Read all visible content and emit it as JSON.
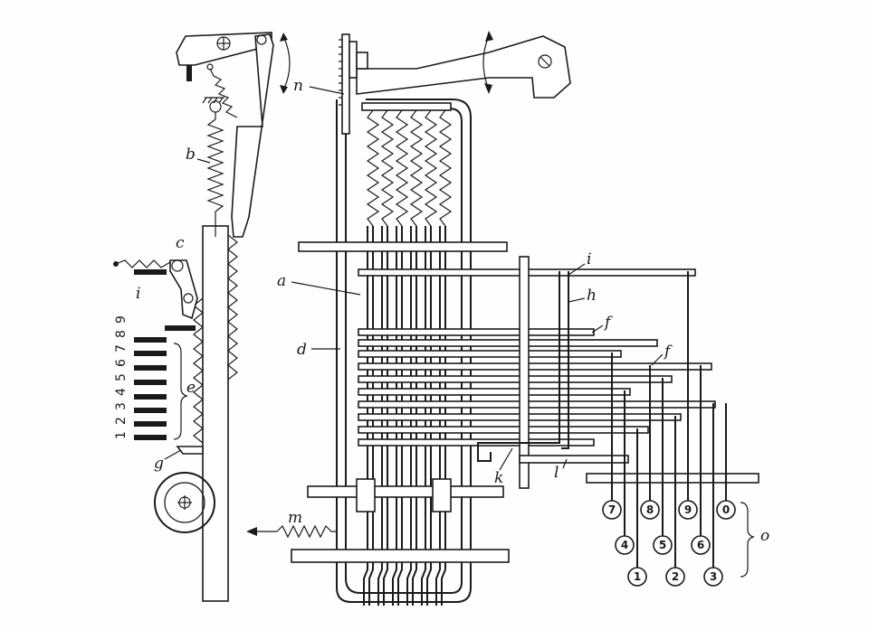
{
  "labels": {
    "n": "n",
    "b": "b",
    "c": "c",
    "i_left": "i",
    "a": "a",
    "d": "d",
    "e": "e",
    "g": "g",
    "m": "m",
    "i_right": "i",
    "h": "h",
    "f_upper": "f",
    "f_lower": "f",
    "k": "k",
    "l": "l",
    "o": "o"
  },
  "digit_scale": [
    "1",
    "2",
    "3",
    "4",
    "5",
    "6",
    "7",
    "8",
    "9"
  ],
  "keys": {
    "row1": [
      "7",
      "8",
      "9",
      "0"
    ],
    "row2": [
      "4",
      "5",
      "6"
    ],
    "row3": [
      "1",
      "2",
      "3"
    ]
  }
}
